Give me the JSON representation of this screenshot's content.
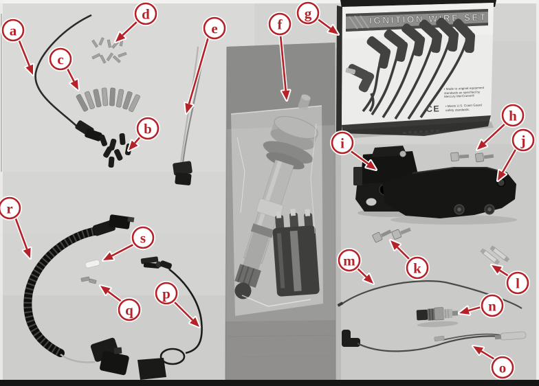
{
  "box": {
    "title": "IGNITION WIRE SET",
    "ce_mark": "CE",
    "bullets": [
      "• Made to original equipment standards as specified by Mercury MerCruiser®",
      "• Meets U.S. Coast Guard safety standards."
    ]
  },
  "colors": {
    "annotation_red": "#b5232a",
    "callout_fill": "#ffffff",
    "background_gray": "#d3d3d1",
    "cardboard_gray": "#999997",
    "box_face": "#ececea",
    "part_black": "#1a1a18",
    "metal_gray": "#a8a8a6"
  },
  "callouts": [
    {
      "label": "a"
    },
    {
      "label": "b"
    },
    {
      "label": "c"
    },
    {
      "label": "d"
    },
    {
      "label": "e"
    },
    {
      "label": "f"
    },
    {
      "label": "g"
    },
    {
      "label": "h"
    },
    {
      "label": "i"
    },
    {
      "label": "j"
    },
    {
      "label": "k"
    },
    {
      "label": "l"
    },
    {
      "label": "m"
    },
    {
      "label": "n"
    },
    {
      "label": "o"
    },
    {
      "label": "p"
    },
    {
      "label": "q"
    },
    {
      "label": "r"
    },
    {
      "label": "s"
    }
  ]
}
